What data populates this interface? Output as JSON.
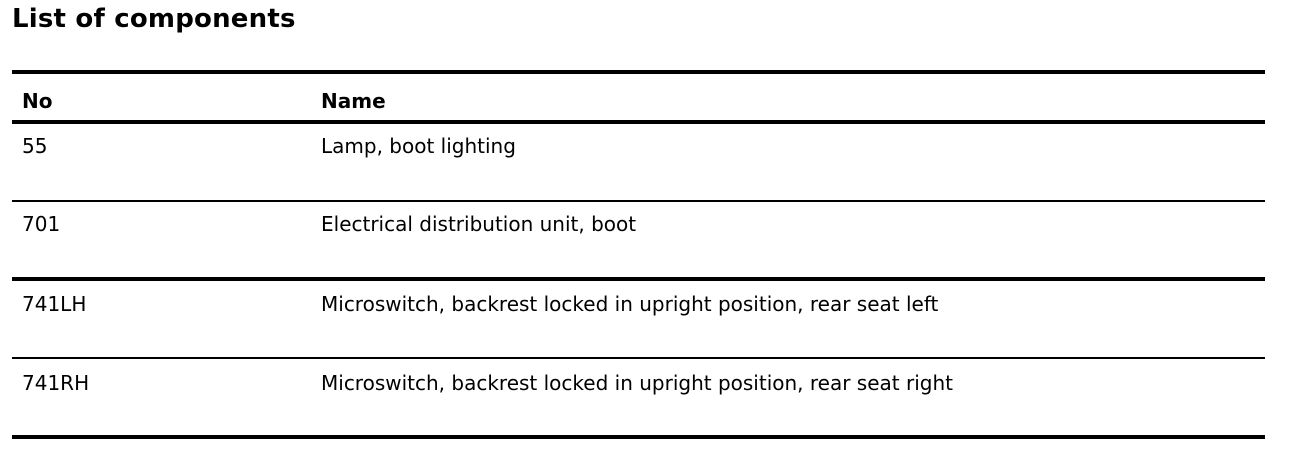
{
  "title": "List of components",
  "columns": {
    "no": "No",
    "name": "Name"
  },
  "rows": [
    {
      "no": "55",
      "name": "Lamp, boot lighting"
    },
    {
      "no": "701",
      "name": "Electrical distribution unit, boot"
    },
    {
      "no": "741LH",
      "name": "Microswitch, backrest locked in upright position, rear seat left"
    },
    {
      "no": "741RH",
      "name": "Microswitch, backrest locked in upright position, rear seat right"
    }
  ]
}
